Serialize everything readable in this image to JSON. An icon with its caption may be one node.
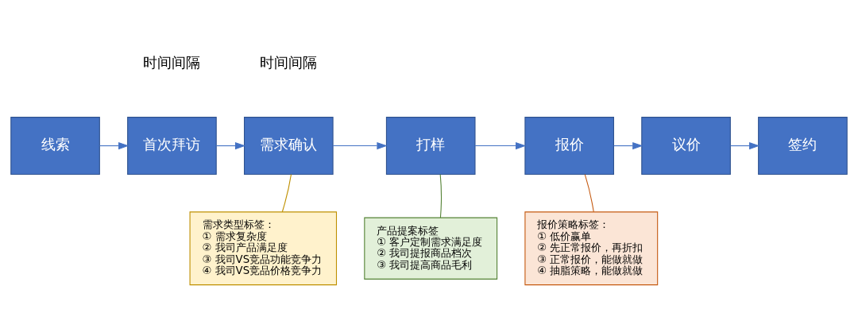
{
  "diagram": {
    "nodes": [
      {
        "text": [
          "线索"
        ]
      },
      {
        "text": [
          "首次拜访"
        ]
      },
      {
        "text": [
          "需求确认"
        ]
      },
      {
        "text": [
          "打样"
        ]
      },
      {
        "text": [
          "报价"
        ]
      },
      {
        "text": [
          "议价"
        ]
      },
      {
        "text": [
          "签约"
        ]
      },
      {
        "text": [
          "需求类型标签：",
          "① 需求复杂度",
          "② 我司产品满足度",
          "③ 我司VS竞品功能竞争力",
          "④ 我司VS竞品价格竞争力"
        ]
      },
      {
        "text": [
          "产品提案标签",
          "① 客户定制需求满足度",
          "② 我司提报商品档次",
          "③ 我司提高商品毛利"
        ]
      },
      {
        "text": [
          "报价策略标签：",
          "① 低价赢单",
          "② 先正常报价，再折扣",
          "③ 正常报价，能做就做",
          "④ 抽脂策略，能做就做"
        ]
      }
    ],
    "edges": [
      {
        "from": 0,
        "to": 1,
        "arrow": "to"
      },
      {
        "from": 1,
        "to": 2,
        "arrow": "to"
      },
      {
        "from": 2,
        "to": 3,
        "arrow": "to"
      },
      {
        "from": 3,
        "to": 4,
        "arrow": "to"
      },
      {
        "from": 4,
        "to": 5,
        "arrow": "to"
      },
      {
        "from": 5,
        "to": 6,
        "arrow": "to"
      },
      {
        "from": 7,
        "to": 2,
        "arrow": "none",
        "color": "#bf9000"
      },
      {
        "from": 8,
        "to": 3,
        "arrow": "none",
        "color": "#548235"
      },
      {
        "from": 9,
        "to": 4,
        "arrow": "none",
        "color": "#c55a11"
      }
    ],
    "labels": [
      "时间间隔",
      "时间间隔"
    ]
  }
}
